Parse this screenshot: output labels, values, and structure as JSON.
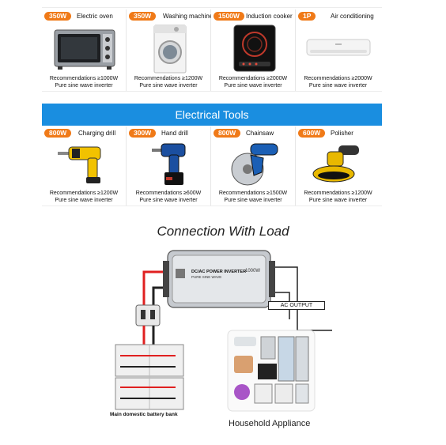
{
  "home_row": [
    {
      "power": "350W",
      "name": "Electric oven",
      "rec": "Recommendations ≥1000W",
      "wave": "Pure  sine  wave  inverter",
      "icon": "oven-icon"
    },
    {
      "power": "350W",
      "name": "Washing machine",
      "rec": "Recommendations ≥1200W",
      "wave": "Pure  sine  wave  inverter",
      "icon": "washing-machine-icon"
    },
    {
      "power": "1500W",
      "name": "Induction cooker",
      "rec": "Recommendations ≥2000W",
      "wave": "Pure  sine  wave  inverter",
      "icon": "induction-cooker-icon"
    },
    {
      "power": "1P",
      "name": "Air conditioning",
      "rec": "Recommendations ≥2000W",
      "wave": "Pure  sine  wave  inverter",
      "icon": "air-conditioner-icon"
    }
  ],
  "tools_header": "Electrical Tools",
  "tools_row": [
    {
      "power": "800W",
      "name": "Charging drill",
      "rec": "Recommendations ≥1200W",
      "wave": "Pure  sine  wave  inverter",
      "icon": "charging-drill-icon"
    },
    {
      "power": "300W",
      "name": "Hand drill",
      "rec": "Recommendations ≥600W",
      "wave": "Pure  sine  wave  inverter",
      "icon": "hand-drill-icon"
    },
    {
      "power": "800W",
      "name": "Chainsaw",
      "rec": "Recommendations ≥1500W",
      "wave": "Pure  sine  wave  inverter",
      "icon": "chainsaw-icon"
    },
    {
      "power": "600W",
      "name": "Polisher",
      "rec": "Recommendations ≥1200W",
      "wave": "Pure  sine  wave  inverter",
      "icon": "polisher-icon"
    }
  ],
  "connection": {
    "title": "Connection With Load",
    "inverter_label": "DC/AC POWER INVERTER",
    "inverter_sub": "PURE SINE WAVE",
    "inverter_watt": "1000W",
    "ac_output": "AC OUTPUT",
    "battery_label": "Main domestic battery bank",
    "household_label": "Household Appliance"
  },
  "colors": {
    "badge": "#f07a18",
    "header_bar": "#1a8ee0",
    "wire_red": "#e02020",
    "wire_black": "#222222"
  }
}
